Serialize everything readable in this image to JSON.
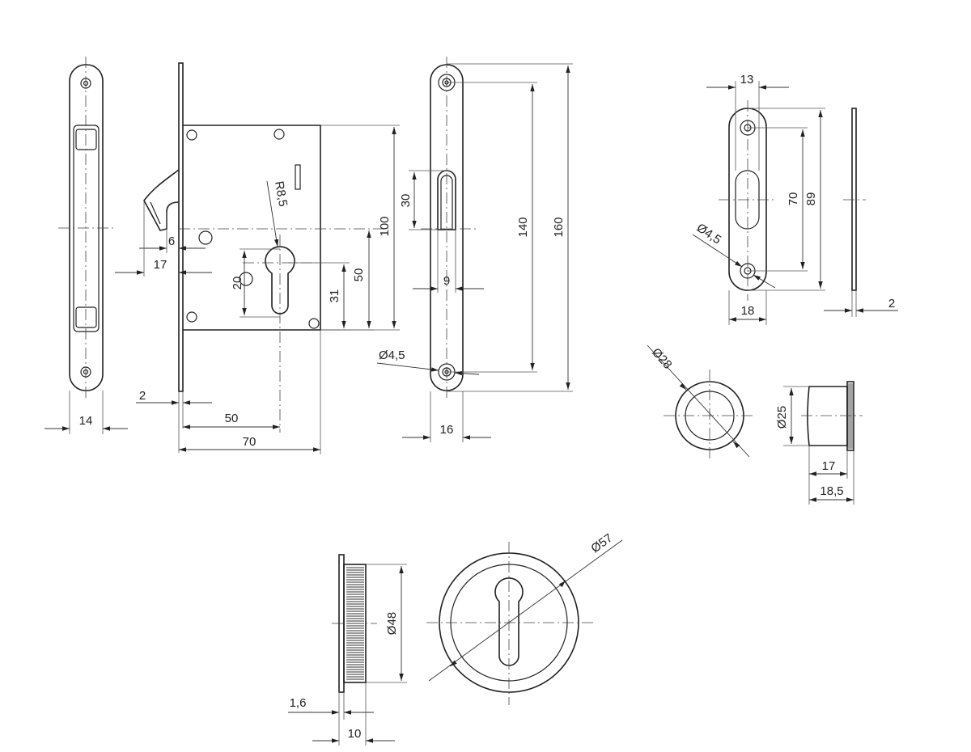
{
  "dims": {
    "d14": "14",
    "d2a": "2",
    "d6": "6",
    "d17": "17",
    "d50h": "50",
    "d70h": "70",
    "r85": "R8,5",
    "d20": "20",
    "d31": "31",
    "d50v": "50",
    "d100": "100",
    "d30": "30",
    "d9": "9",
    "d140": "140",
    "d160": "160",
    "phi45a": "Ø4,5",
    "d16": "16",
    "d13": "13",
    "d70v": "70",
    "d89": "89",
    "phi45b": "Ø4,5",
    "d18": "18",
    "d2b": "2",
    "phi28": "Ø28",
    "phi25": "Ø25",
    "d17b": "17",
    "d185": "18,5",
    "phi57": "Ø57",
    "phi48": "Ø48",
    "d16b": "1,6",
    "d10": "10"
  }
}
